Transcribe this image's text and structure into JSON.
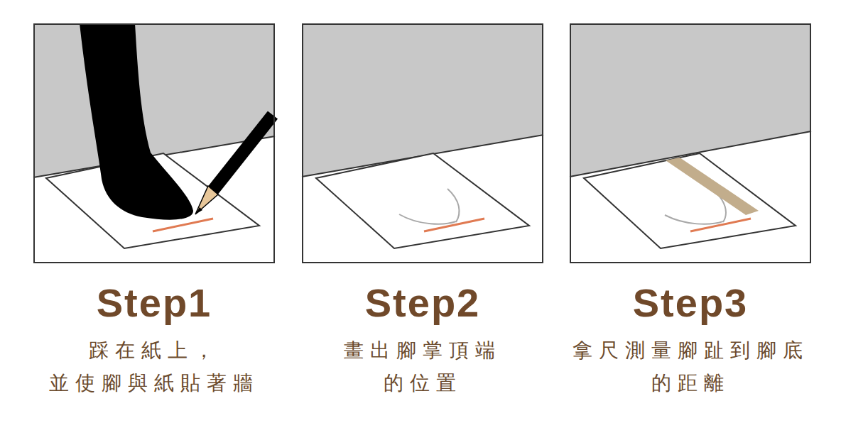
{
  "diagram": {
    "nodes": [
      {
        "text": [
          "Step1",
          "踩在紙上， 並使腳與紙貼著牆"
        ]
      },
      {
        "text": [
          "Step2",
          "畫出腳掌頂端 的位置"
        ]
      },
      {
        "text": [
          "Step3",
          "拿尺測量腳趾到腳底 的距離"
        ]
      }
    ]
  }
}
